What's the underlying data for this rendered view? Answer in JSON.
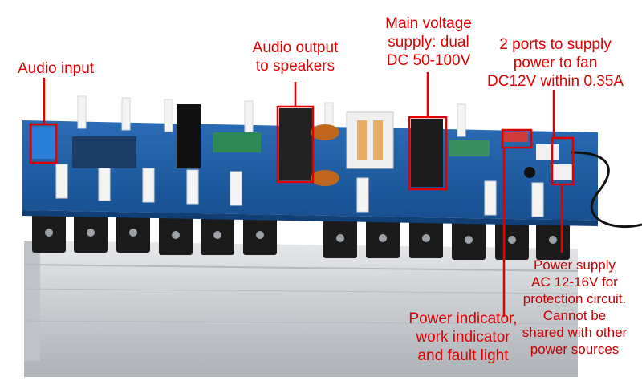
{
  "colors": {
    "annotation": "#e00000",
    "pcb": "#1f5fa8",
    "heatsink": "#cfd2d6",
    "transistor": "#1a1a1a"
  },
  "annotations": {
    "audio_input": "Audio input",
    "audio_output": "Audio output\nto speakers",
    "main_voltage": "Main voltage\nsupply: dual\nDC 50-100V",
    "fan_ports": "2 ports to supply\npower to fan\nDC12V within 0.35A",
    "protection_supply": "Power supply\nAC 12-16V for\nprotection circuit.\nCannot be\nshared with other\npower sources",
    "indicators": "Power indicator,\nwork indicator\nand fault light"
  }
}
